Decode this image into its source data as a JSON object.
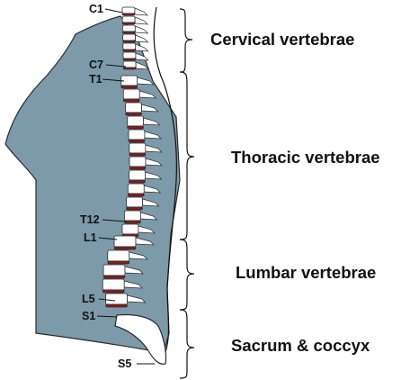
{
  "colors": {
    "body": "#7c9aa9",
    "outline": "#2a2a2a",
    "bone": "#ffffff",
    "disc": "#8e1b1b"
  },
  "vertebra_labels": {
    "c1": "C1",
    "c7": "C7",
    "t1": "T1",
    "t12": "T12",
    "l1": "L1",
    "l5": "L5",
    "s1": "S1",
    "s5": "S5"
  },
  "regions": {
    "cervical": "Cervical vertebrae",
    "thoracic": "Thoracic vertebrae",
    "lumbar": "Lumbar vertebrae",
    "sacrum": "Sacrum & coccyx"
  }
}
